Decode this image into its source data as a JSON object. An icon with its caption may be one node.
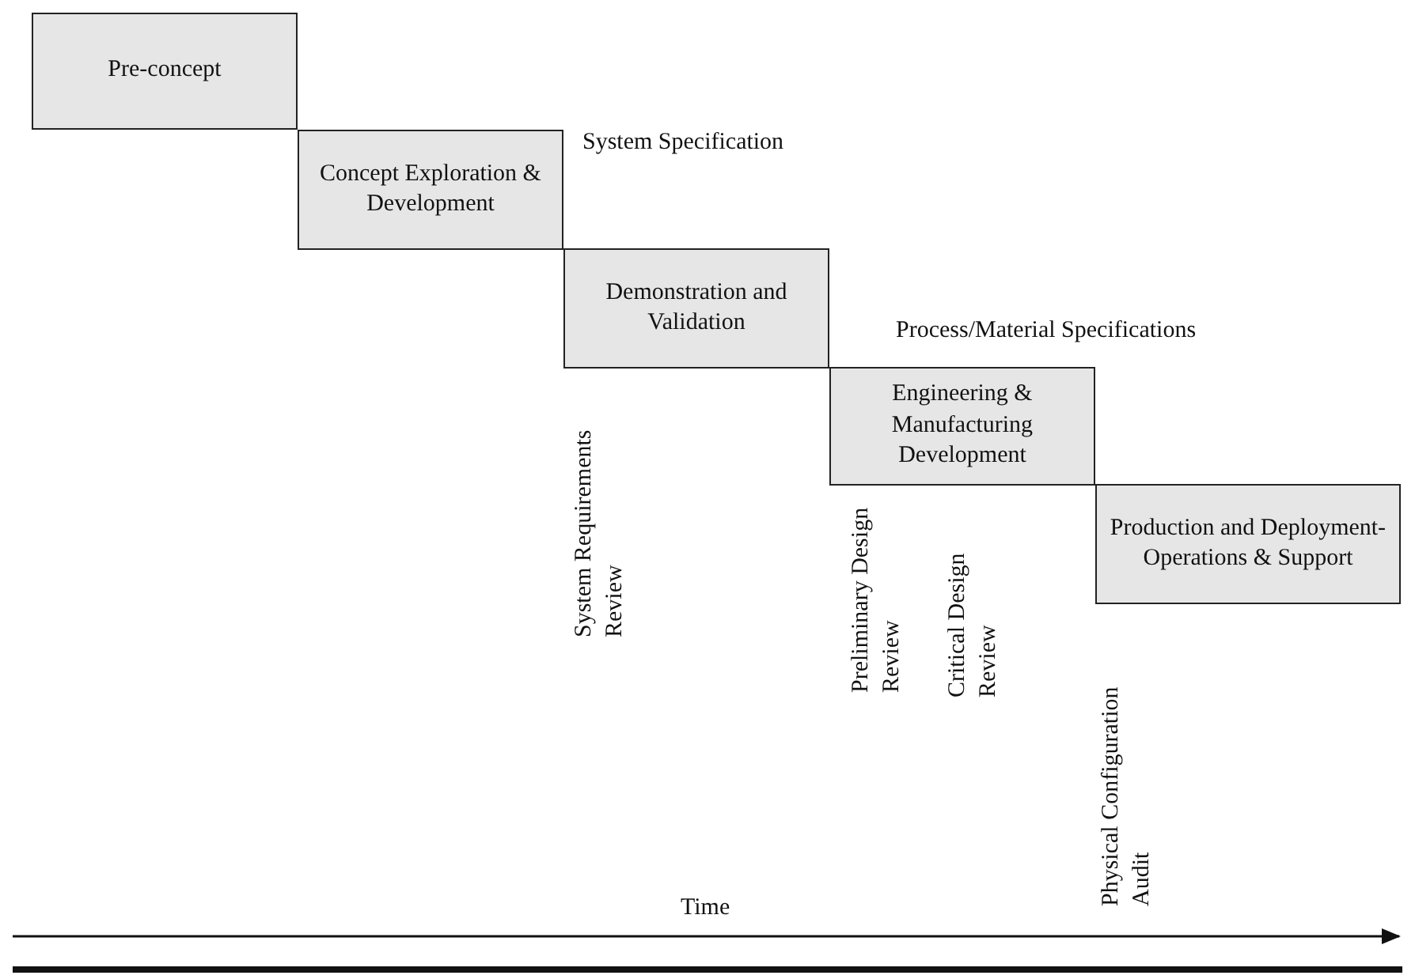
{
  "diagram": {
    "nodes": [
      {
        "text": [
          "Pre-concept"
        ]
      },
      {
        "text": [
          "Concept Exploration & Development"
        ]
      },
      {
        "text": [
          "Demonstration and Validation"
        ]
      },
      {
        "text": [
          "Engineering & Manufacturing Development"
        ]
      },
      {
        "text": [
          "Production and Deployment-Operations & Support"
        ]
      }
    ],
    "edges": [],
    "labels": [
      "System Specification",
      "Process/Material Specifications",
      "System Requirements Review",
      "Preliminary Design Review",
      "Critical Design Review",
      "Physical Configuration Audit",
      "Time"
    ]
  }
}
